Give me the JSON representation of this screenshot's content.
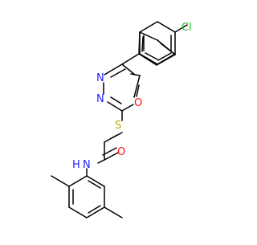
{
  "molecule": {
    "atoms": {
      "cl": {
        "label": "Cl",
        "color": "#1fbf1f"
      },
      "n1": {
        "label": "N",
        "color": "#2020ff"
      },
      "n2": {
        "label": "N",
        "color": "#2020ff"
      },
      "o_ring": {
        "label": "O",
        "color": "#ff0d0d"
      },
      "s": {
        "label": "S",
        "color": "#b2a800"
      },
      "o_carbonyl": {
        "label": "O",
        "color": "#ff0d0d"
      },
      "nh_n": {
        "label": "N",
        "color": "#2020ff"
      },
      "nh_h": {
        "label": "H",
        "color": "#2020ff"
      }
    },
    "bond_color": "#000000"
  }
}
